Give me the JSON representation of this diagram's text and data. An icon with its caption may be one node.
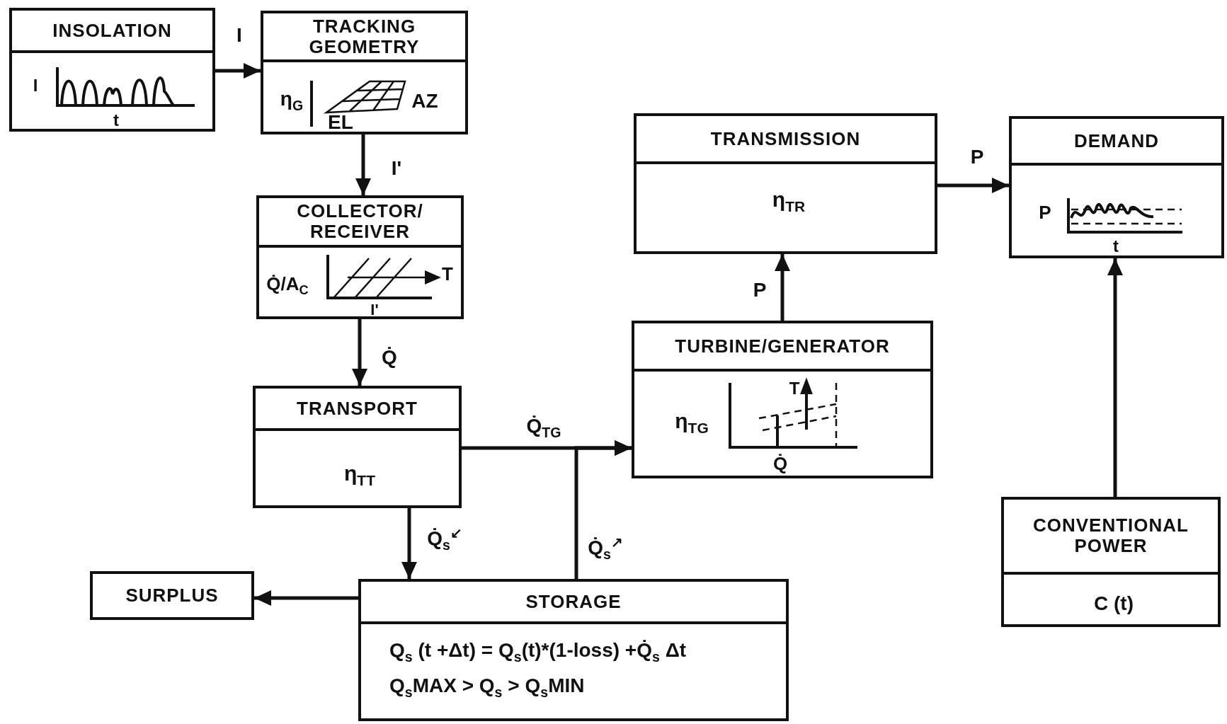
{
  "diagram": {
    "nodes": [
      {
        "text": [
          "INSOLATION",
          "I",
          "t"
        ]
      },
      {
        "text": [
          "TRACKING GEOMETRY",
          "η$_{G}$",
          "AZ",
          "EL"
        ]
      },
      {
        "text": [
          "COLLECTOR/ RECEIVER",
          "Q̇/A$_{C}$",
          "T",
          "I'"
        ]
      },
      {
        "text": [
          "TRANSMISSION",
          "η$_{TR}$"
        ]
      },
      {
        "text": [
          "DEMAND",
          "P",
          "t"
        ]
      },
      {
        "text": [
          "TURBINE/GENERATOR",
          "η$_{TG}$",
          "T",
          "Q̇"
        ]
      },
      {
        "text": [
          "TRANSPORT",
          "η$_{TT}$"
        ]
      },
      {
        "text": [
          "CONVENTIONAL POWER",
          "C (t)"
        ]
      },
      {
        "text": [
          "SURPLUS"
        ]
      },
      {
        "text": [
          "STORAGE",
          "Q$_{s}$ (t +Δt) = Q$_{s}$(t)*(1-loss) +Q̇$_{s}$ Δt",
          "Q$_{s}$MAX > Q$_{s}$ > Q$_{s}$MIN"
        ]
      }
    ],
    "edges": [
      {
        "from": 0,
        "to": 1,
        "arrow": "to",
        "label": "I"
      },
      {
        "from": 1,
        "to": 2,
        "arrow": "to",
        "label": "I'"
      },
      {
        "from": 2,
        "to": 6,
        "arrow": "to",
        "label": "Q̇"
      },
      {
        "from": 6,
        "to": 5,
        "arrow": "to",
        "label": "Q̇$_{TG}$"
      },
      {
        "from": 6,
        "to": 9,
        "arrow": "to",
        "label": "Q̇$_{s}$$^{↙}$"
      },
      {
        "from": 9,
        "to": 5,
        "arrow": "to",
        "label": "Q̇$_{s}$$^{↗}$"
      },
      {
        "from": 9,
        "to": 8,
        "arrow": "to"
      },
      {
        "from": 5,
        "to": 3,
        "arrow": "to",
        "label": "P"
      },
      {
        "from": 3,
        "to": 4,
        "arrow": "to",
        "label": "P"
      },
      {
        "from": 7,
        "to": 4,
        "arrow": "to"
      }
    ]
  }
}
